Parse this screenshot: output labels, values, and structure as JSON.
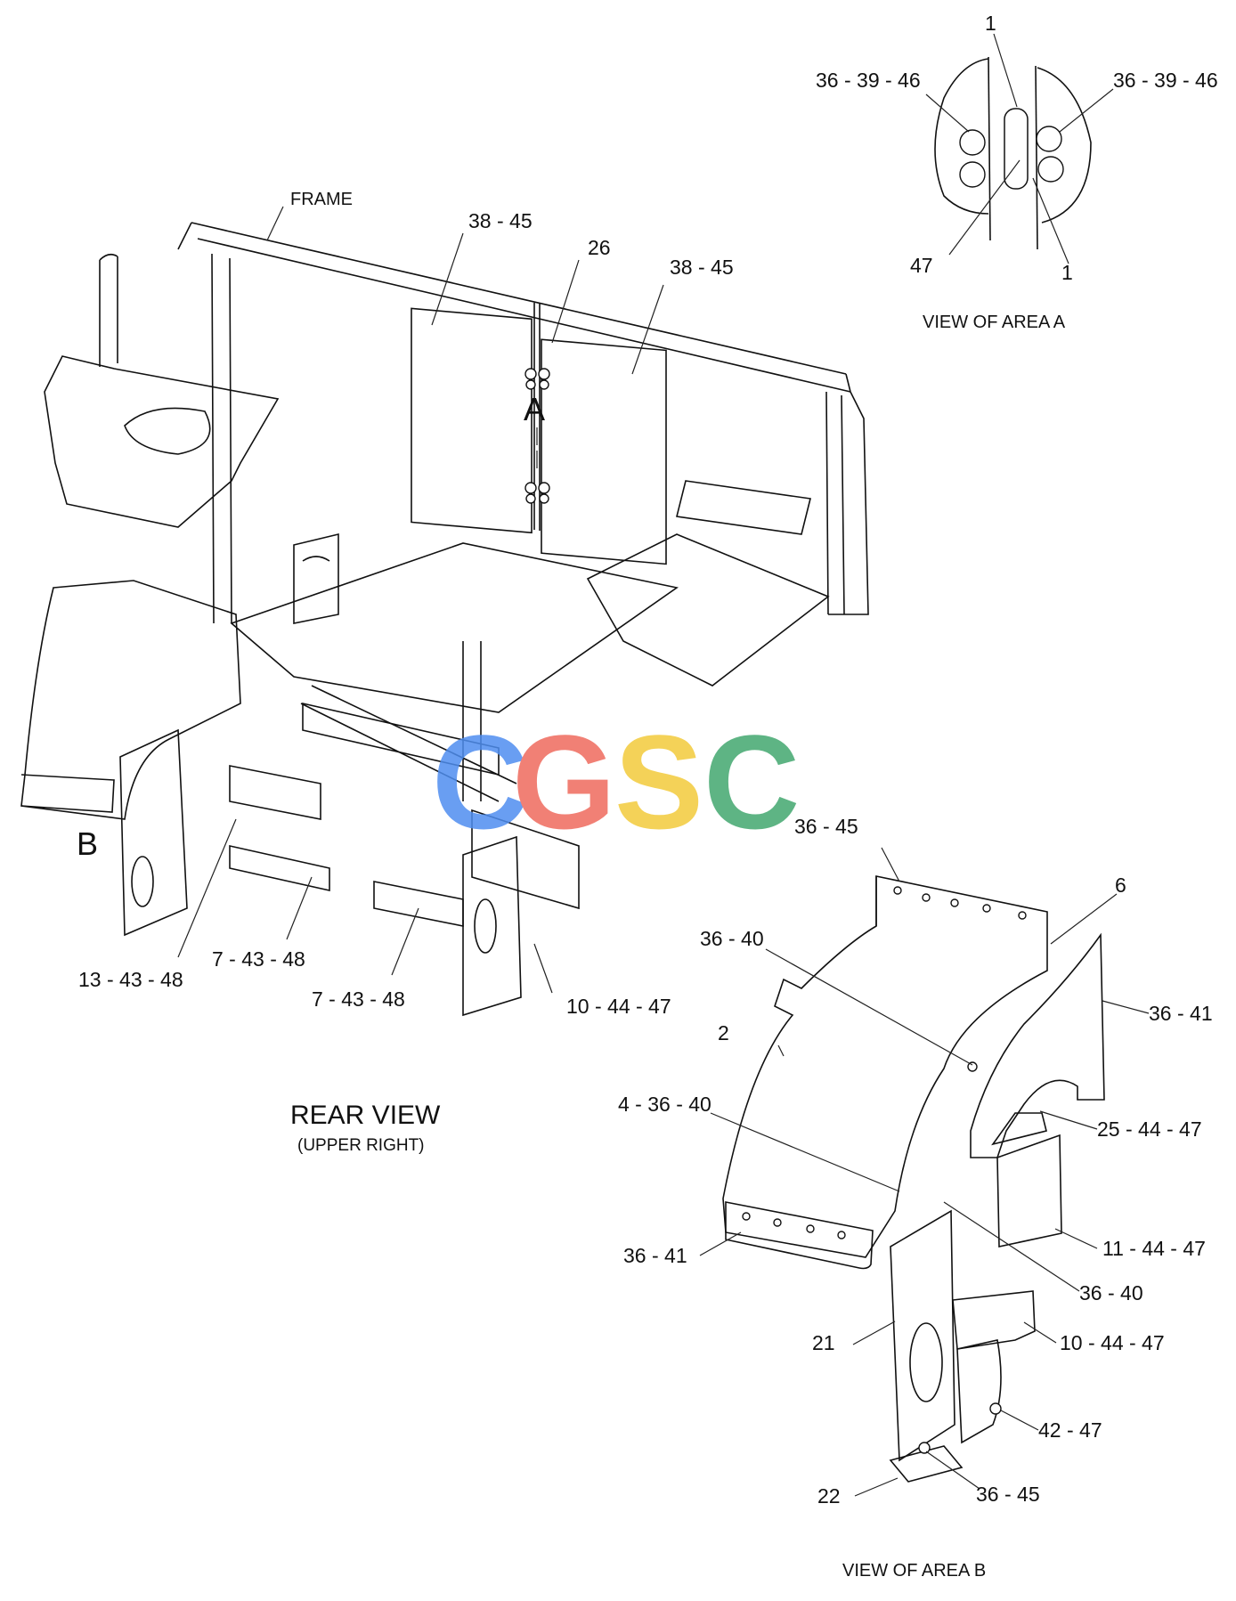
{
  "diagram": {
    "rear_view_title": "REAR VIEW",
    "rear_view_subtitle": "(UPPER RIGHT)",
    "area_a_caption": "VIEW OF AREA A",
    "area_b_caption": "VIEW OF AREA B",
    "area_a_marker": "A",
    "area_b_marker": "B",
    "frame_label": "FRAME",
    "watermark": "CGSC",
    "watermark_colors": [
      "#4f8ef0",
      "#ef6b5d",
      "#f3cb3c",
      "#43a86f"
    ]
  },
  "callouts": {
    "rear": {
      "frame": "FRAME",
      "c38_45_left": "38 - 45",
      "c26": "26",
      "c38_45_right": "38 - 45",
      "c13_43_48": "13 - 43 - 48",
      "c7_43_48_a": "7 - 43 - 48",
      "c7_43_48_b": "7 - 43 - 48",
      "c10_44_47": "10 - 44 - 47"
    },
    "area_a": {
      "c1_top": "1",
      "c36_39_46_left": "36 - 39 - 46",
      "c36_39_46_right": "36 - 39 - 46",
      "c47": "47",
      "c1_bottom": "1"
    },
    "area_b": {
      "c36_45_top": "36 - 45",
      "c6": "6",
      "c36_40_a": "36 - 40",
      "c36_41_right": "36 - 41",
      "c2": "2",
      "c4_36_40": "4 - 36 - 40",
      "c25_44_47": "25 - 44 - 47",
      "c11_44_47": "11 - 44 - 47",
      "c36_41_left": "36 - 41",
      "c36_40_b": "36 - 40",
      "c21": "21",
      "c10_44_47": "10 - 44 - 47",
      "c42_47": "42 - 47",
      "c22": "22",
      "c36_45_bottom": "36 - 45"
    }
  }
}
